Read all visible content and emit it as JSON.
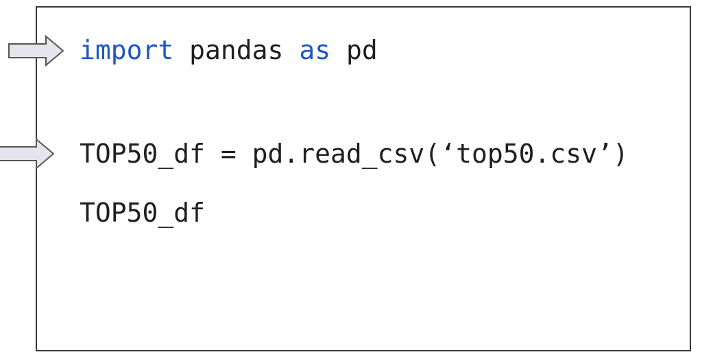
{
  "code_lines": [
    {
      "parts": [
        {
          "text": "import",
          "kind": "keyword"
        },
        {
          "text": " pandas ",
          "kind": "plain"
        },
        {
          "text": "as",
          "kind": "keyword"
        },
        {
          "text": " pd",
          "kind": "plain"
        }
      ],
      "has_arrow": true
    },
    {
      "parts": [
        {
          "text": "TOP50_df = pd.read_csv(‘top50.csv’)",
          "kind": "plain"
        }
      ],
      "has_arrow": true
    },
    {
      "parts": [
        {
          "text": "TOP50_df",
          "kind": "plain"
        }
      ],
      "has_arrow": false
    }
  ],
  "colors": {
    "keyword": "#1f57c3",
    "text": "#1f1f1f",
    "border": "#3a3a3a",
    "arrow_fill": "#e6e4ee",
    "arrow_stroke": "#555555"
  },
  "icons": {
    "pointer_arrow": "right-arrow-icon"
  }
}
